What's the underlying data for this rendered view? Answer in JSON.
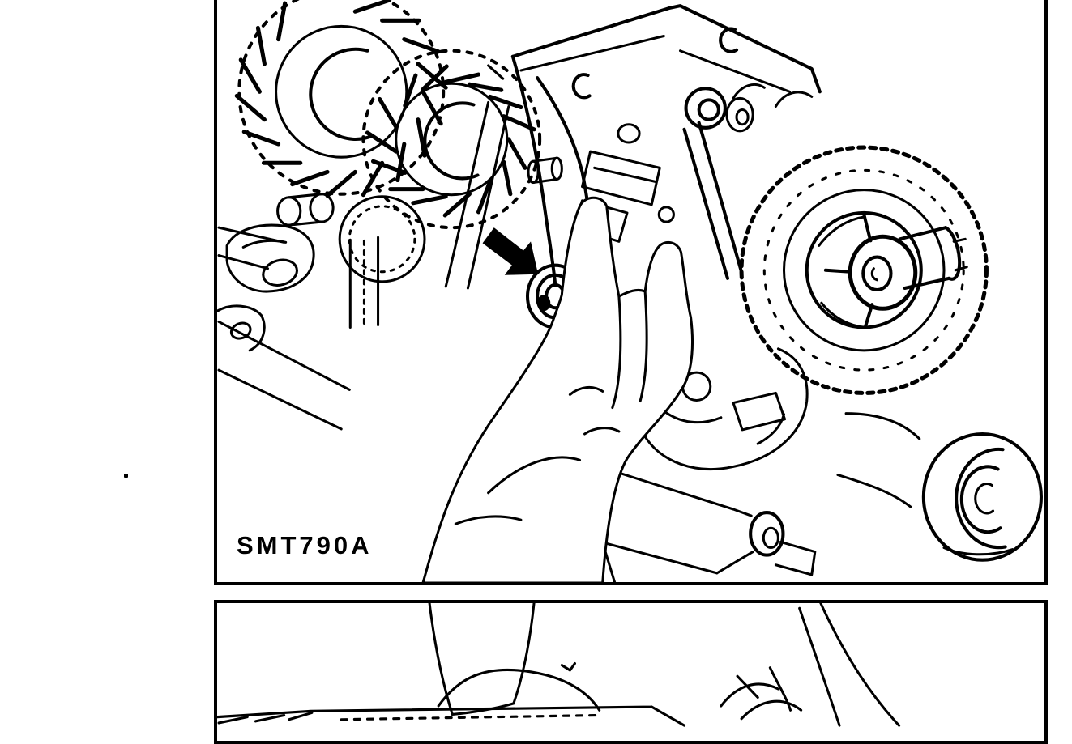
{
  "page": {
    "background_color": "#ffffff",
    "ink_color": "#000000",
    "stray_mark": "dot"
  },
  "figure_top": {
    "code": "SMT790A",
    "description": "Hand fitting a snap ring (marked by solid black arrow) on the adapter plate of a transmission gear assembly with helical gears, shift forks, fork rod and rear bearing"
  },
  "figure_bottom": {
    "description": "Two hands reaching down over a gear assembly; figure continues below the crop"
  }
}
